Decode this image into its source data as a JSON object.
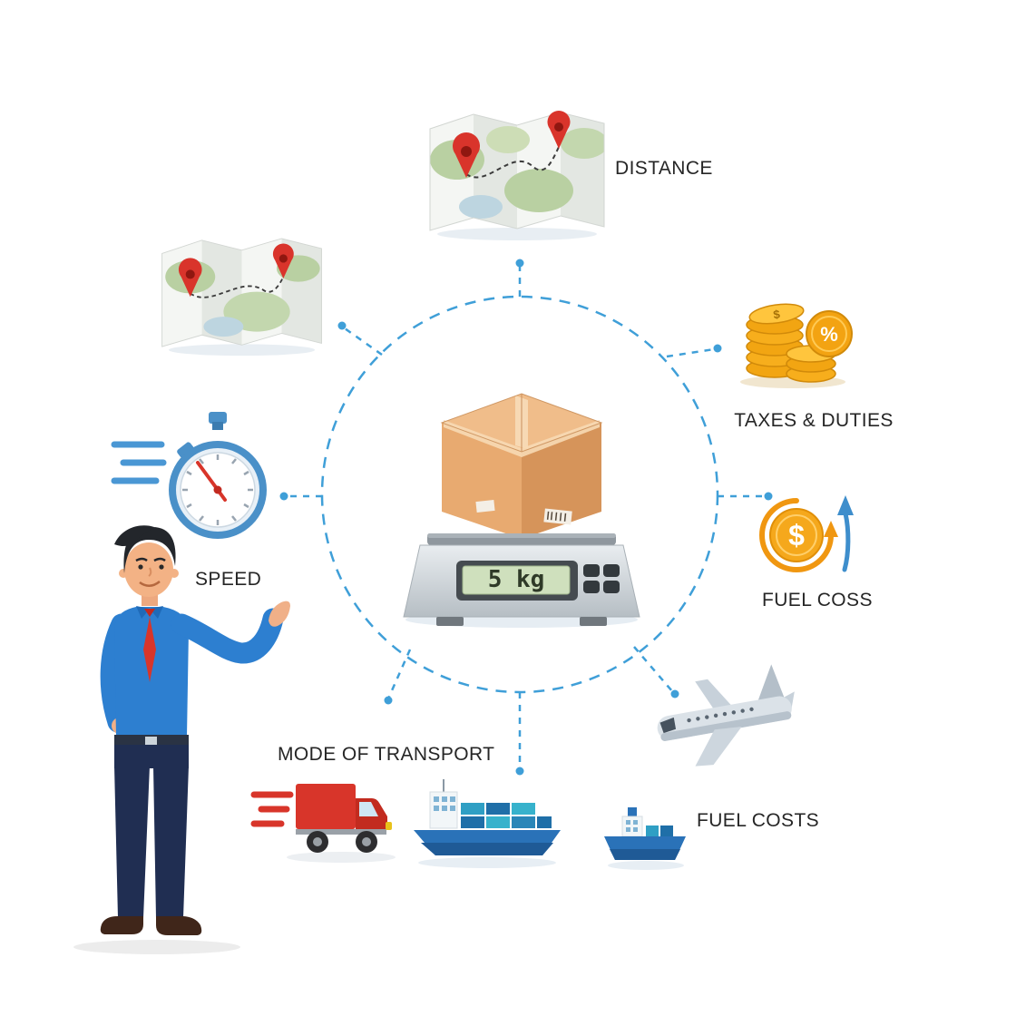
{
  "scene": {
    "title": "Shipping cost factors infographic"
  },
  "center": {
    "scale_display": "5 kg"
  },
  "labels": {
    "distance": "DISTANCE",
    "taxes_duties": "TAXES & DUTIES",
    "fuel_cost_right": "FUEL COSS",
    "fuel_costs_bottom": "FUEL COSTS",
    "mode_of_transport": "MODE OF TRANSPORT",
    "speed": "SPEED"
  },
  "glyphs": {
    "dollar": "$",
    "percent": "%"
  },
  "icons": {
    "map": "folded-map-with-route-pins",
    "coins": "coin-stacks-dollar-percent",
    "fuel": "dollar-coin-rising-arrow",
    "stopwatch": "speed-stopwatch",
    "truck": "delivery-truck",
    "ship": "cargo-ship",
    "plane": "airplane",
    "package": "package-on-weighing-scale",
    "person": "presenting-businessman"
  },
  "colors": {
    "accent_blue": "#3f9fd8",
    "coin_gold": "#f5a81c",
    "box_tan": "#e8aa70",
    "pin_red": "#d9342b",
    "truck_red": "#d8352a",
    "ship_blue": "#2a72b8",
    "shirt_blue": "#2d7fd0",
    "tie_red": "#d8352a"
  }
}
